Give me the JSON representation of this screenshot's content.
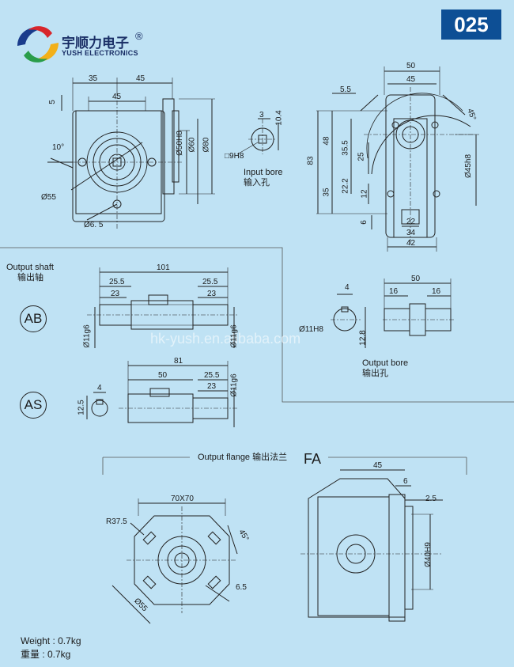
{
  "badge": "025",
  "brand": {
    "name_cn": "宇顺力电子",
    "reg_mark": "®",
    "name_en": "YUSH ELECTRONICS"
  },
  "watermark": "hk-yush.en.alibaba.com",
  "top_left_view": {
    "dims": {
      "d35": "35",
      "d45a": "45",
      "d45b": "45",
      "d5": "5",
      "d10deg": "10°",
      "d50h8": "Ø50H8",
      "d60": "Ø60",
      "d80": "Ø80",
      "d55": "Ø55",
      "d6_5": "Ø6. 5"
    }
  },
  "input_bore": {
    "label_en": "Input bore",
    "label_cn": "输入孔",
    "dims": {
      "d3": "3",
      "d10_4": "10.4",
      "d9h8": "□9H8"
    }
  },
  "top_right_view": {
    "dims": {
      "d50": "50",
      "d45": "45",
      "d5_5": "5.5",
      "d45deg": "45°",
      "d83": "83",
      "d48": "48",
      "d35": "35",
      "d35_5": "35.5",
      "d25": "25",
      "d22_2": "22.2",
      "d12": "12",
      "d6": "6",
      "d22": "22",
      "d34": "34",
      "d42": "42",
      "d45h8": "Ø45h8"
    }
  },
  "output_shaft": {
    "label_en": "Output shaft",
    "label_cn": "输出轴",
    "ab": {
      "tag": "AB",
      "dims": {
        "d101": "101",
        "d25_5a": "25.5",
        "d25_5b": "25.5",
        "d23a": "23",
        "d23b": "23",
        "d11g6a": "Ø11g6",
        "d11g6b": "Ø11g6"
      }
    },
    "as": {
      "tag": "AS",
      "dims": {
        "d81": "81",
        "d50": "50",
        "d25_5": "25.5",
        "d23": "23",
        "d11g6": "Ø11g6",
        "d4": "4",
        "d12_5": "12.5"
      }
    }
  },
  "output_bore": {
    "label_en": "Output bore",
    "label_cn": "输出孔",
    "dims": {
      "d4": "4",
      "d11h8": "Ø11H8",
      "d12_8": "12.8",
      "d50": "50",
      "d16a": "16",
      "d16b": "16"
    }
  },
  "output_flange": {
    "label": "Output  flange  输出法兰",
    "tag": "FA",
    "dims": {
      "d70x70": "70X70",
      "r37_5": "R37.5",
      "d45deg": "45°",
      "d55": "Ø55",
      "d6_5": "6.5",
      "d45": "45",
      "d6": "6",
      "d2_5": "2.5",
      "d40h9": "Ø40H9"
    }
  },
  "weight": {
    "en": "Weight : 0.7kg",
    "cn": "重量 : 0.7kg"
  }
}
